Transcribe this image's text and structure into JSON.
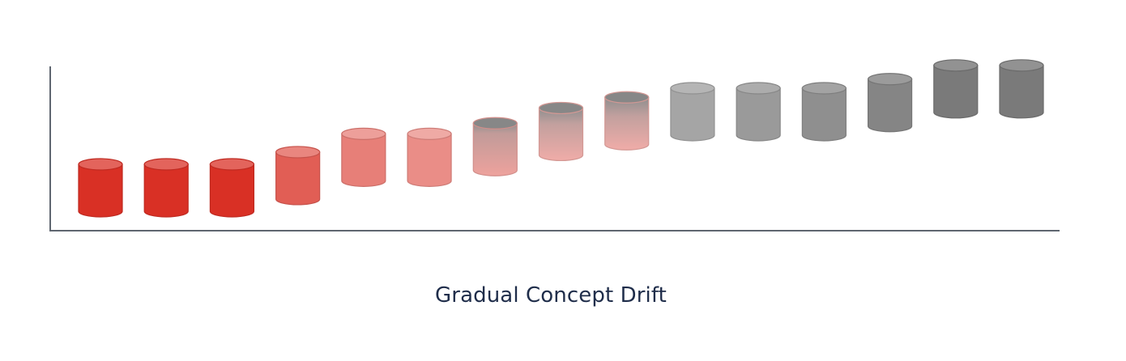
{
  "caption": "Gradual Concept Drift",
  "colors": {
    "axis": "#5f6670",
    "caption_text": "#1f2d4a",
    "concept_a": "#d93025",
    "concept_b": "#7a7a7a"
  },
  "cylinders": [
    {
      "level": 0.0,
      "concept_b_share": 0.0,
      "tint": 0.0
    },
    {
      "level": 0.0,
      "concept_b_share": 0.0,
      "tint": 0.0
    },
    {
      "level": 0.0,
      "concept_b_share": 0.0,
      "tint": 0.0
    },
    {
      "level": 0.08,
      "concept_b_share": 0.0,
      "tint": 0.22
    },
    {
      "level": 0.2,
      "concept_b_share": 0.0,
      "tint": 0.38
    },
    {
      "level": 0.2,
      "concept_b_share": 0.0,
      "tint": 0.45
    },
    {
      "level": 0.27,
      "concept_b_share": 0.35,
      "tint": 0.55
    },
    {
      "level": 0.37,
      "concept_b_share": 0.55,
      "tint": 0.6
    },
    {
      "level": 0.44,
      "concept_b_share": 0.65,
      "tint": 0.6
    },
    {
      "level": 0.5,
      "concept_b_share": 1.0,
      "tint": 0.0
    },
    {
      "level": 0.5,
      "concept_b_share": 1.0,
      "tint": 0.0
    },
    {
      "level": 0.5,
      "concept_b_share": 1.0,
      "tint": 0.0
    },
    {
      "level": 0.56,
      "concept_b_share": 1.0,
      "tint": 0.0
    },
    {
      "level": 0.65,
      "concept_b_share": 1.0,
      "tint": 0.0
    },
    {
      "level": 0.65,
      "concept_b_share": 1.0,
      "tint": 0.0
    }
  ]
}
